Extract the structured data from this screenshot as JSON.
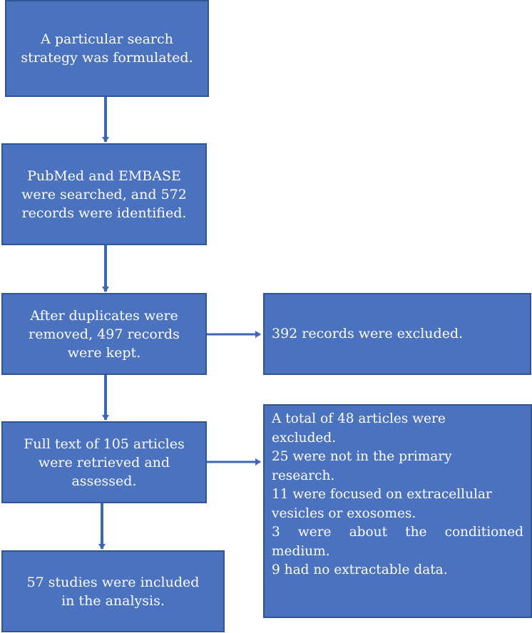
{
  "boxes": {
    "strategy": {
      "lines": [
        "A particular search",
        "strategy was formulated."
      ]
    },
    "search": {
      "lines": [
        "PubMed and EMBASE",
        "were searched, and 572",
        "records were identified."
      ]
    },
    "dedup": {
      "lines": [
        "After duplicates were",
        "removed, 497 records",
        "were kept."
      ]
    },
    "excluded_records": {
      "lines": [
        "392 records were excluded."
      ]
    },
    "fulltext": {
      "lines": [
        "Full text of 105 articles",
        "were retrieved and",
        "assessed."
      ]
    },
    "excluded_articles": {
      "lines": [
        "A total of 48 articles were",
        "excluded.",
        "25 were not in the primary",
        "research.",
        "11 were focused on extracellular",
        "vesicles or exosomes.",
        "3 were about the conditioned",
        "medium.",
        "9 had no extractable data."
      ]
    },
    "included": {
      "lines": [
        "57 studies were included",
        "in the analysis."
      ]
    }
  },
  "colors": {
    "box_fill": "#4a72bf",
    "box_border": "#2f5597",
    "arrow": "#4a72bf",
    "text": "#ffffff"
  }
}
